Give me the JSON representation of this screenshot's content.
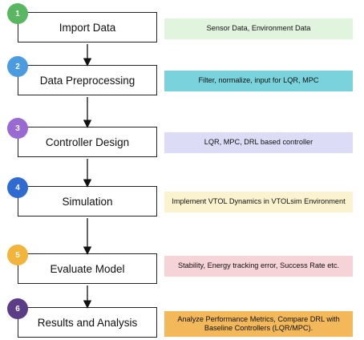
{
  "steps": [
    {
      "number": "1",
      "label": "Import Data",
      "description": "Sensor Data, Environment Data",
      "badge_color": "#58b760",
      "desc_color": "#e1f4de"
    },
    {
      "number": "2",
      "label": "Data Preprocessing",
      "description": "Filter, normalize, input for LQR, MPC",
      "badge_color": "#4a9be0",
      "desc_color": "#7ad3dc"
    },
    {
      "number": "3",
      "label": "Controller Design",
      "description": "LQR, MPC, DRL based controller",
      "badge_color": "#9a6ad3",
      "desc_color": "#dcdcf7"
    },
    {
      "number": "4",
      "label": "Simulation",
      "description": "Implement VTOL Dynamics in VTOLsim Environment",
      "badge_color": "#2f6bd0",
      "desc_color": "#fbf3cf"
    },
    {
      "number": "5",
      "label": "Evaluate Model",
      "description": "Stability, Energy tracking error, Success Rate etc.",
      "badge_color": "#f2b43a",
      "desc_color": "#f6d3d7"
    },
    {
      "number": "6",
      "label": "Results and Analysis",
      "description": "Analyze Performance Metrics, Compare DRL with Baseline Controllers (LQR/MPC).",
      "badge_color": "#5a3d86",
      "desc_color": "#f2b85a"
    }
  ]
}
